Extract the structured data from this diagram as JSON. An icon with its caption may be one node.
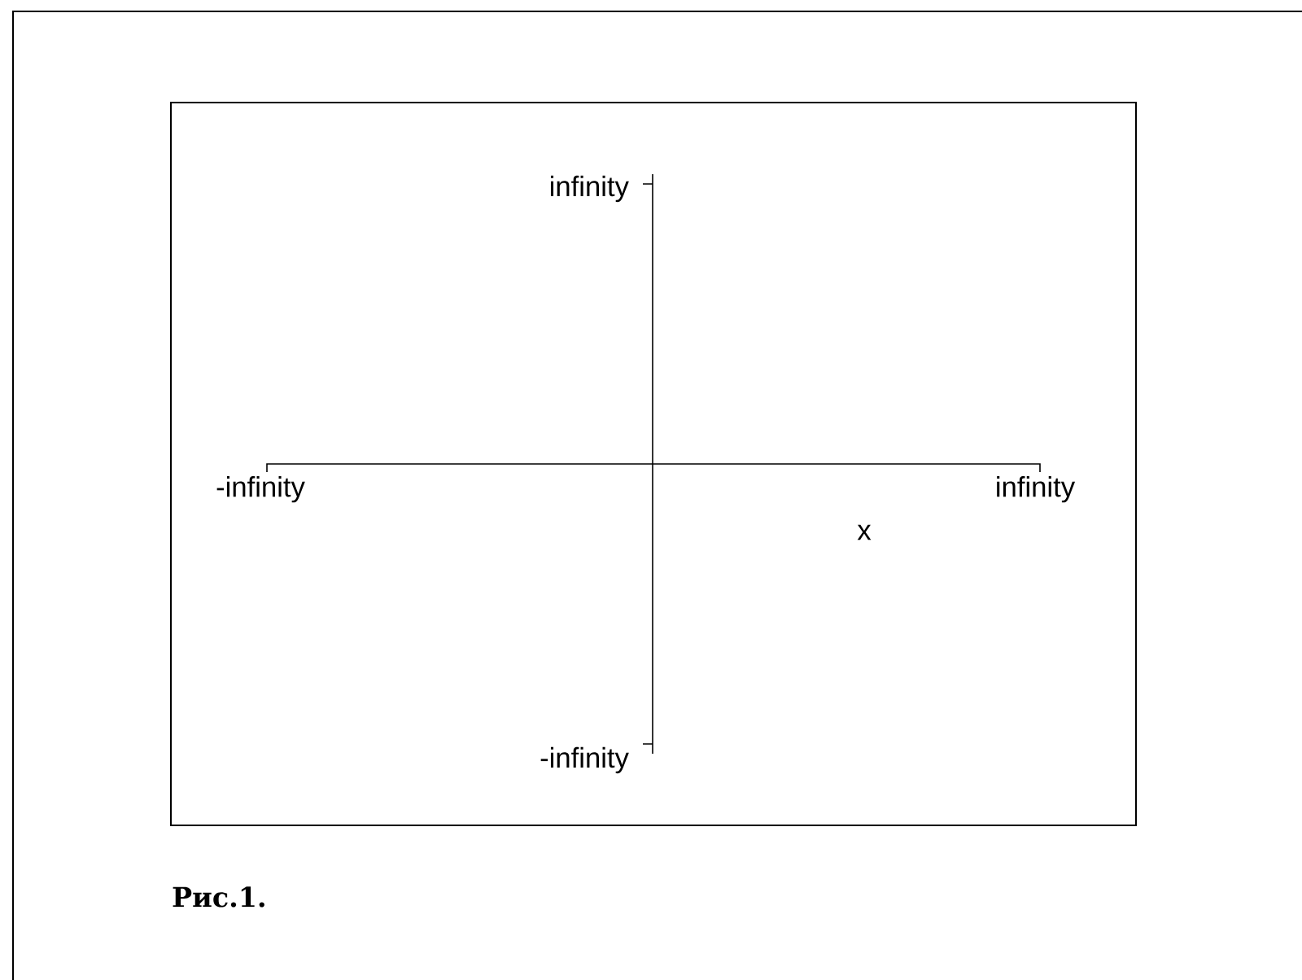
{
  "diagram": {
    "caption": "Рис.1.",
    "labels": [
      "infinity",
      "-infinity",
      "infinity",
      "x",
      "-infinity"
    ]
  }
}
